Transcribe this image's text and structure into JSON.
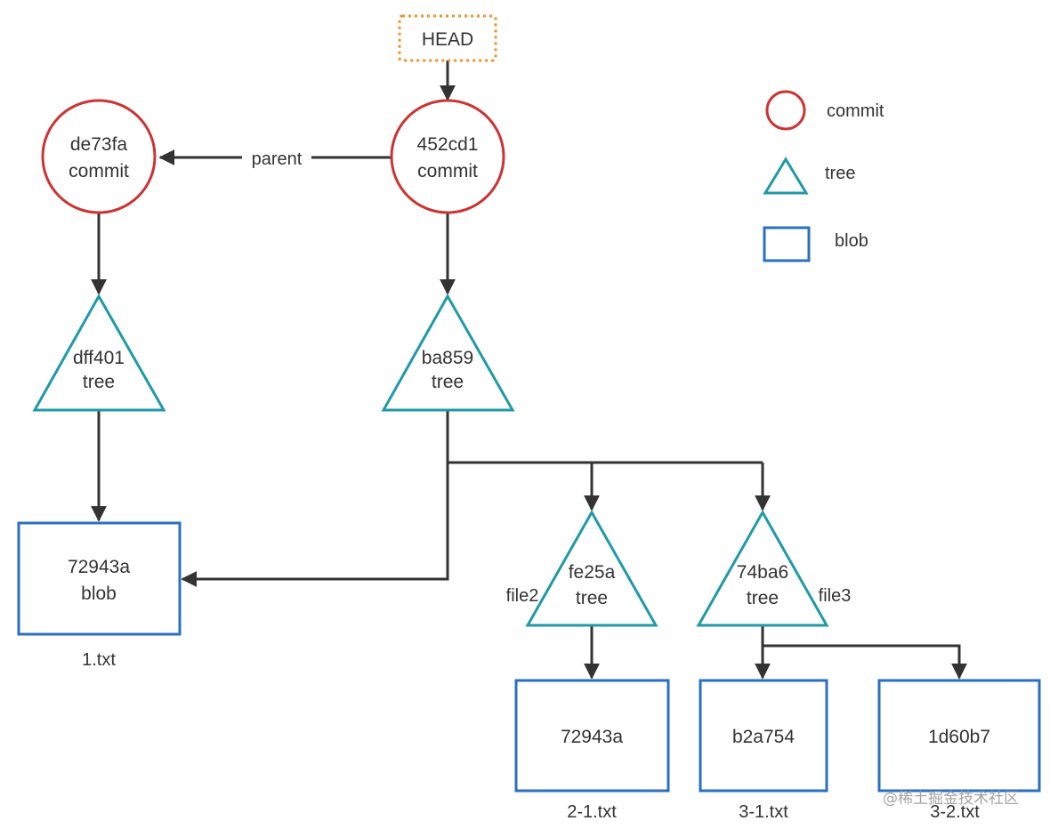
{
  "head": {
    "label": "HEAD"
  },
  "commits": [
    {
      "id": "de73fa",
      "type_label": "commit"
    },
    {
      "id": "452cd1",
      "type_label": "commit"
    }
  ],
  "trees": [
    {
      "id": "dff401",
      "type_label": "tree"
    },
    {
      "id": "ba859",
      "type_label": "tree"
    },
    {
      "id": "fe25a",
      "type_label": "tree",
      "name": "file2"
    },
    {
      "id": "74ba6",
      "type_label": "tree",
      "name": "file3"
    }
  ],
  "blobs": [
    {
      "id": "72943a",
      "type_label": "blob",
      "filename": "1.txt"
    },
    {
      "id": "72943a",
      "filename": "2-1.txt"
    },
    {
      "id": "b2a754",
      "filename": "3-1.txt"
    },
    {
      "id": "1d60b7",
      "filename": "3-2.txt"
    }
  ],
  "edges": {
    "parent_label": "parent"
  },
  "legend": {
    "commit": "commit",
    "tree": "tree",
    "blob": "blob"
  },
  "colors": {
    "commit": "#cc3333",
    "tree": "#1f9aa6",
    "blob": "#2a6fc4",
    "head": "#f0922e",
    "edge": "#333333"
  },
  "watermark": "@稀土掘金技术社区"
}
